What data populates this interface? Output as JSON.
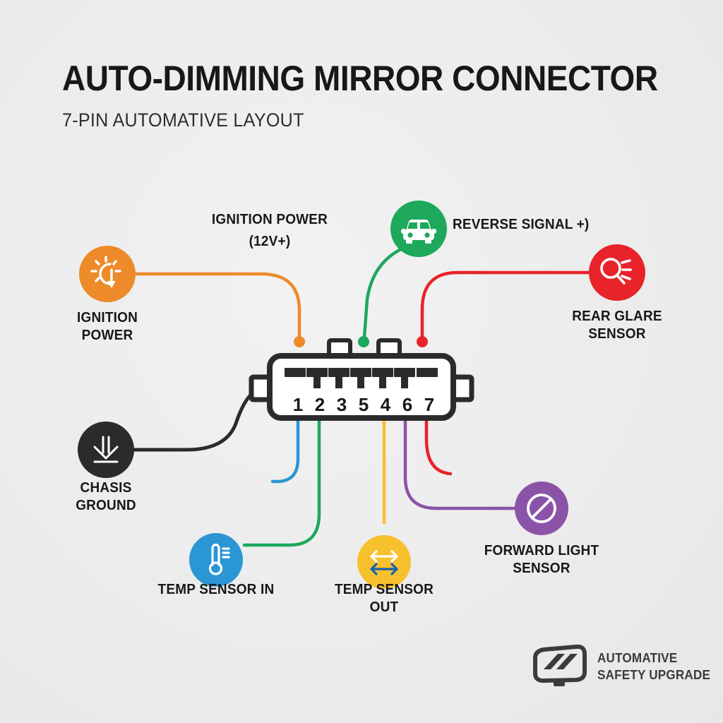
{
  "header": {
    "title": "AUTO-DIMMING MIRROR CONNECTOR",
    "subtitle": "7-PIN AUTOMATIVE LAYOUT"
  },
  "connector": {
    "pin_numbers": [
      "1",
      "2",
      "3",
      "5",
      "4",
      "6",
      "7"
    ],
    "body_color": "#ffffff",
    "outline_color": "#2b2b2d"
  },
  "annotations": {
    "ignition_power_note": "IGNITION POWER\n(12V+)",
    "reverse_signal_note": "REVERSE SIGNAL  +)"
  },
  "nodes": [
    {
      "id": "ignition-power",
      "label": "IGNITION\nPOWER",
      "icon": "sun-dimming-icon",
      "color": "#ed8b2a"
    },
    {
      "id": "reverse-signal",
      "label": "",
      "icon": "car-icon",
      "color": "#1da85c"
    },
    {
      "id": "rear-glare-sensor",
      "label": "REAR GLARE\nSENSOR",
      "icon": "glare-magnifier-icon",
      "color": "#e8232a"
    },
    {
      "id": "chasis-ground",
      "label": "CHASIS\nGROUND",
      "icon": "ground-arrow-icon",
      "color": "#2b2b2d"
    },
    {
      "id": "temp-sensor-in",
      "label": "TEMP SENSOR IN",
      "icon": "thermometer-icon",
      "color": "#2b96d4"
    },
    {
      "id": "temp-sensor-out",
      "label": "TEMP SENSOR OUT",
      "icon": "double-arrow-icon",
      "color": "#f7c12e"
    },
    {
      "id": "forward-light-sensor",
      "label": "FORWARD LIGHT\nSENSOR",
      "icon": "prohibition-icon",
      "color": "#8b53a8"
    }
  ],
  "wires": [
    {
      "name": "ignition-wire",
      "color": "#ed8b2a",
      "from": "ignition-power",
      "to_pin": "1"
    },
    {
      "name": "reverse-wire",
      "color": "#1da85c",
      "from": "reverse-signal",
      "to_pin": "3"
    },
    {
      "name": "rear-glare-wire",
      "color": "#e8232a",
      "from": "rear-glare-sensor",
      "to_pin": "7"
    },
    {
      "name": "ground-wire",
      "color": "#2b2b2d",
      "from": "chasis-ground",
      "to_pin": "side-tab-left"
    },
    {
      "name": "temp-in-wire",
      "color": "#1da85c",
      "from": "temp-sensor-in",
      "to_pin": "2"
    },
    {
      "name": "temp-out-wire",
      "color": "#f7c12e",
      "from": "temp-sensor-out",
      "to_pin": "4"
    },
    {
      "name": "forward-light-wire",
      "color": "#8b53a8",
      "from": "forward-light-sensor",
      "to_pin": "6"
    },
    {
      "name": "blue-stub-wire",
      "color": "#2b96d4",
      "from": "pin-1",
      "to_pin": "1"
    },
    {
      "name": "red-stub-wire",
      "color": "#e8232a",
      "from": "pin-7",
      "to_pin": "7"
    }
  ],
  "brand": {
    "name": "AUTOMATIVE\nSAFETY UPGRADE",
    "icon": "mirror-logo-icon"
  }
}
